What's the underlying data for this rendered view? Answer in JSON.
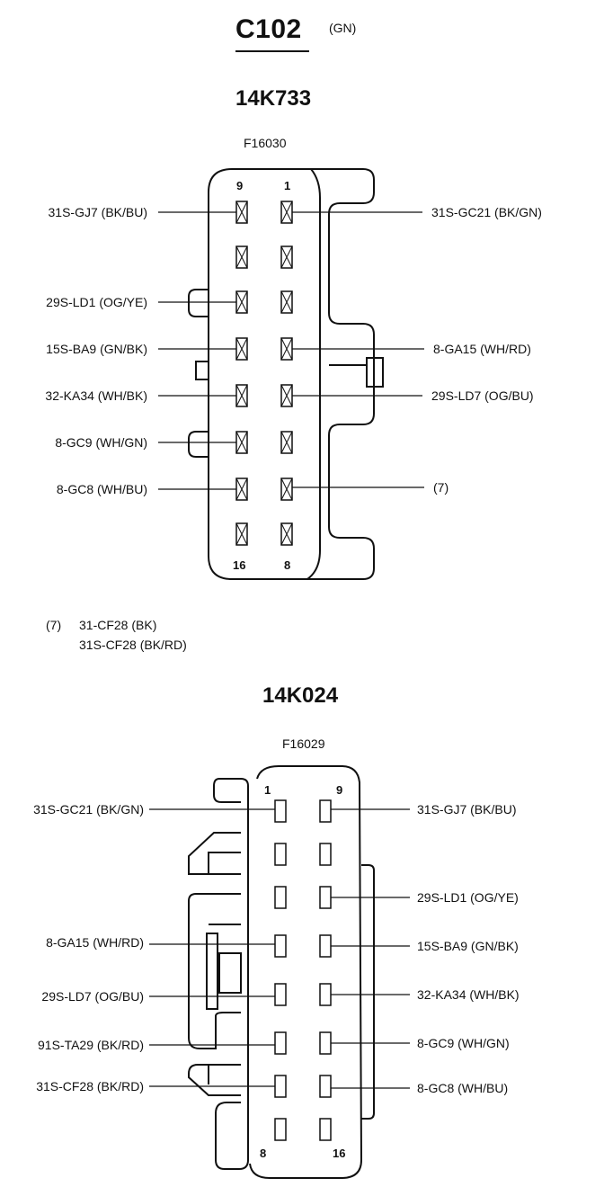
{
  "title": "C102",
  "title_color": "(GN)",
  "connector_top": {
    "part_number": "14K733",
    "figure_id": "F16030",
    "pin_corners": {
      "top_left": "9",
      "top_right": "1",
      "bottom_left": "16",
      "bottom_right": "8"
    },
    "left_labels": [
      "31S-GJ7 (BK/BU)",
      "29S-LD1 (OG/YE)",
      "15S-BA9 (GN/BK)",
      "32-KA34 (WH/BK)",
      "8-GC9 (WH/GN)",
      "8-GC8 (WH/BU)"
    ],
    "right_labels": [
      "31S-GC21 (BK/GN)",
      "8-GA15 (WH/RD)",
      "29S-LD7 (OG/BU)",
      "(7)"
    ]
  },
  "note": {
    "ref": "(7)",
    "line1": "31-CF28 (BK)",
    "line2": "31S-CF28 (BK/RD)"
  },
  "connector_bottom": {
    "part_number": "14K024",
    "figure_id": "F16029",
    "pin_corners": {
      "top_left": "1",
      "top_right": "9",
      "bottom_left": "8",
      "bottom_right": "16"
    },
    "left_labels": [
      "31S-GC21 (BK/GN)",
      "8-GA15 (WH/RD)",
      "29S-LD7 (OG/BU)",
      "91S-TA29 (BK/RD)",
      "31S-CF28 (BK/RD)"
    ],
    "right_labels": [
      "31S-GJ7 (BK/BU)",
      "29S-LD1 (OG/YE)",
      "15S-BA9 (GN/BK)",
      "32-KA34 (WH/BK)",
      "8-GC9 (WH/GN)",
      "8-GC8 (WH/BU)"
    ]
  }
}
